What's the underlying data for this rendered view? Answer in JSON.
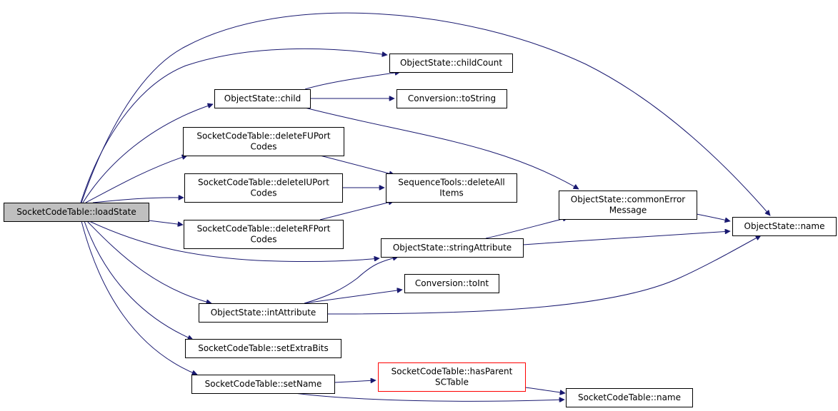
{
  "diagram": {
    "nodes": {
      "load_state": {
        "lines": [
          "SocketCodeTable::loadState"
        ],
        "root": true
      },
      "child_count": {
        "lines": [
          "ObjectState::childCount"
        ]
      },
      "child": {
        "lines": [
          "ObjectState::child"
        ]
      },
      "to_string": {
        "lines": [
          "Conversion::toString"
        ]
      },
      "delete_fu": {
        "lines": [
          "SocketCodeTable::deleteFUPort",
          "Codes"
        ]
      },
      "delete_iu": {
        "lines": [
          "SocketCodeTable::deleteIUPort",
          "Codes"
        ]
      },
      "delete_rf": {
        "lines": [
          "SocketCodeTable::deleteRFPort",
          "Codes"
        ]
      },
      "delete_all": {
        "lines": [
          "SequenceTools::deleteAll",
          "Items"
        ]
      },
      "common_error": {
        "lines": [
          "ObjectState::commonError",
          "Message"
        ]
      },
      "os_name": {
        "lines": [
          "ObjectState::name"
        ]
      },
      "string_attr": {
        "lines": [
          "ObjectState::stringAttribute"
        ]
      },
      "to_int": {
        "lines": [
          "Conversion::toInt"
        ]
      },
      "int_attr": {
        "lines": [
          "ObjectState::intAttribute"
        ]
      },
      "set_extra": {
        "lines": [
          "SocketCodeTable::setExtraBits"
        ]
      },
      "set_name": {
        "lines": [
          "SocketCodeTable::setName"
        ]
      },
      "has_parent": {
        "lines": [
          "SocketCodeTable::hasParent",
          "SCTable"
        ],
        "highlight": "red"
      },
      "sct_name": {
        "lines": [
          "SocketCodeTable::name"
        ]
      }
    },
    "edges": [
      {
        "from": "load_state",
        "to": "os_name"
      },
      {
        "from": "load_state",
        "to": "child_count"
      },
      {
        "from": "load_state",
        "to": "child"
      },
      {
        "from": "load_state",
        "to": "delete_fu"
      },
      {
        "from": "load_state",
        "to": "delete_iu"
      },
      {
        "from": "load_state",
        "to": "delete_rf"
      },
      {
        "from": "load_state",
        "to": "string_attr"
      },
      {
        "from": "load_state",
        "to": "int_attr"
      },
      {
        "from": "load_state",
        "to": "set_extra"
      },
      {
        "from": "load_state",
        "to": "set_name"
      },
      {
        "from": "child",
        "to": "child_count"
      },
      {
        "from": "child",
        "to": "to_string"
      },
      {
        "from": "child",
        "to": "common_error"
      },
      {
        "from": "delete_fu",
        "to": "delete_all"
      },
      {
        "from": "delete_iu",
        "to": "delete_all"
      },
      {
        "from": "delete_rf",
        "to": "delete_all"
      },
      {
        "from": "string_attr",
        "to": "common_error"
      },
      {
        "from": "string_attr",
        "to": "os_name"
      },
      {
        "from": "common_error",
        "to": "os_name"
      },
      {
        "from": "int_attr",
        "to": "string_attr"
      },
      {
        "from": "int_attr",
        "to": "to_int"
      },
      {
        "from": "int_attr",
        "to": "os_name"
      },
      {
        "from": "set_name",
        "to": "has_parent"
      },
      {
        "from": "set_name",
        "to": "sct_name"
      },
      {
        "from": "has_parent",
        "to": "sct_name"
      }
    ]
  }
}
